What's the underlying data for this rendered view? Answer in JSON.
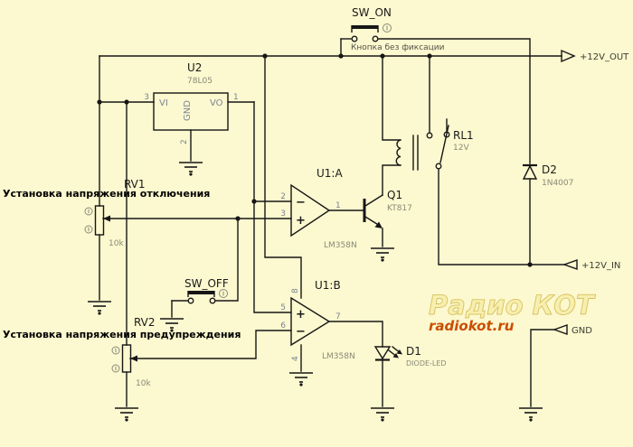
{
  "schematic": {
    "colors": {
      "background": "#fcf8cf",
      "wire": "#161616",
      "pin_number": "#7b8494",
      "value_text": "#8a8a78",
      "watermark_title": "#f7efae",
      "watermark_url": "#c94e00"
    },
    "components": {
      "u2": {
        "ref": "U2",
        "value": "78L05",
        "pin_vi": "VI",
        "pin_vo": "VO",
        "pin_gnd": "GND",
        "num_vi": "3",
        "num_vo": "1",
        "num_gnd": "2"
      },
      "u1a": {
        "ref": "U1:A",
        "value": "LM358N",
        "sign_minus": "−",
        "sign_plus": "+",
        "num_minus": "2",
        "num_plus": "3",
        "num_out": "1"
      },
      "u1b": {
        "ref": "U1:B",
        "value": "LM358N",
        "sign_minus": "−",
        "sign_plus": "+",
        "num_plus": "5",
        "num_minus": "6",
        "num_out": "7",
        "num_vcc": "8",
        "num_gnd": "4"
      },
      "q1": {
        "ref": "Q1",
        "value": "KT817"
      },
      "rl1": {
        "ref": "RL1",
        "value": "12V"
      },
      "d1": {
        "ref": "D1",
        "value": "DIODE-LED"
      },
      "d2": {
        "ref": "D2",
        "value": "1N4007"
      },
      "rv1": {
        "ref": "RV1",
        "value": "10k"
      },
      "rv2": {
        "ref": "RV2",
        "value": "10k"
      },
      "sw_on": {
        "ref": "SW_ON",
        "note": "Кнопка без фиксации"
      },
      "sw_off": {
        "ref": "SW_OFF"
      }
    },
    "ports": {
      "out": "+12V_OUT",
      "in": "+12V_IN",
      "gnd": "GND"
    },
    "captions": {
      "rv1_caption": "Установка напряжения отключения",
      "rv2_caption": "Установка напряжения предупреждения"
    },
    "watermark": {
      "title": "Радио КОТ",
      "url": "radiokot.ru"
    }
  }
}
